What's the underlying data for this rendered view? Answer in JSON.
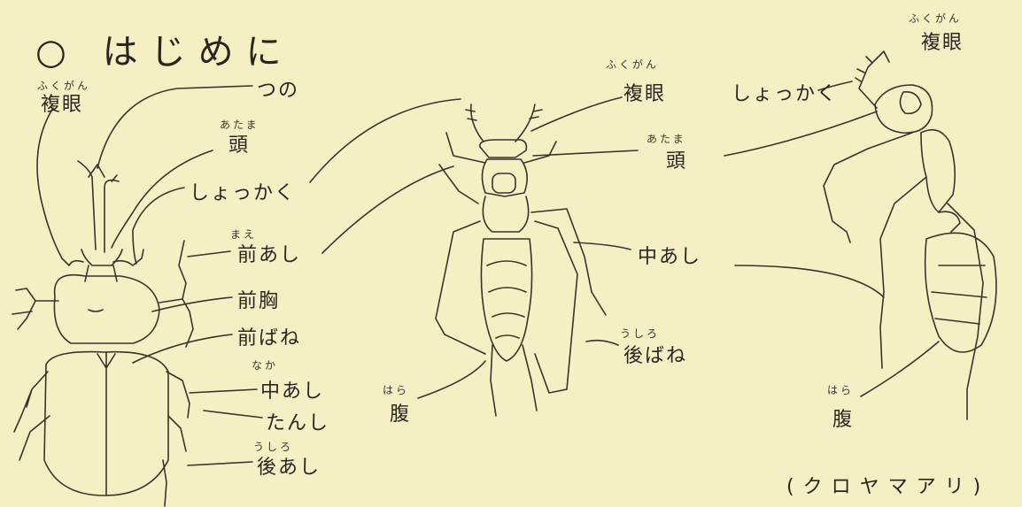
{
  "title": "○ はじめに",
  "caption": "(クロヤマアリ)",
  "beetle": {
    "compound_eye": {
      "label": "複眼",
      "ruby": "ふくがん"
    },
    "horn": {
      "label": "つの"
    },
    "head": {
      "label": "頭",
      "ruby": "あたま"
    },
    "antenna": {
      "label": "しょっかく"
    },
    "foreleg": {
      "label": "前あし",
      "ruby": "まえ"
    },
    "prothorax": {
      "label": "前胸"
    },
    "forewing": {
      "label": "前ばね"
    },
    "midleg": {
      "label": "中あし",
      "ruby": "なか"
    },
    "tarsus": {
      "label": "たんし"
    },
    "hindleg": {
      "label": "後あし",
      "ruby": "うしろ"
    }
  },
  "wasp": {
    "compound_eye": {
      "label": "複眼",
      "ruby": "ふくがん"
    },
    "head": {
      "label": "頭",
      "ruby": "あたま"
    },
    "midleg": {
      "label": "中あし"
    },
    "hindwing": {
      "label": "後ばね",
      "ruby": "うしろ"
    },
    "abdomen": {
      "label": "腹",
      "ruby": "はら"
    }
  },
  "ant": {
    "compound_eye": {
      "label": "複眼",
      "ruby": "ふくがん"
    },
    "antenna": {
      "label": "しょっかく"
    },
    "abdomen": {
      "label": "腹",
      "ruby": "はら"
    }
  },
  "colors": {
    "paper": "#f6efc4",
    "ink": "#2b2520"
  }
}
